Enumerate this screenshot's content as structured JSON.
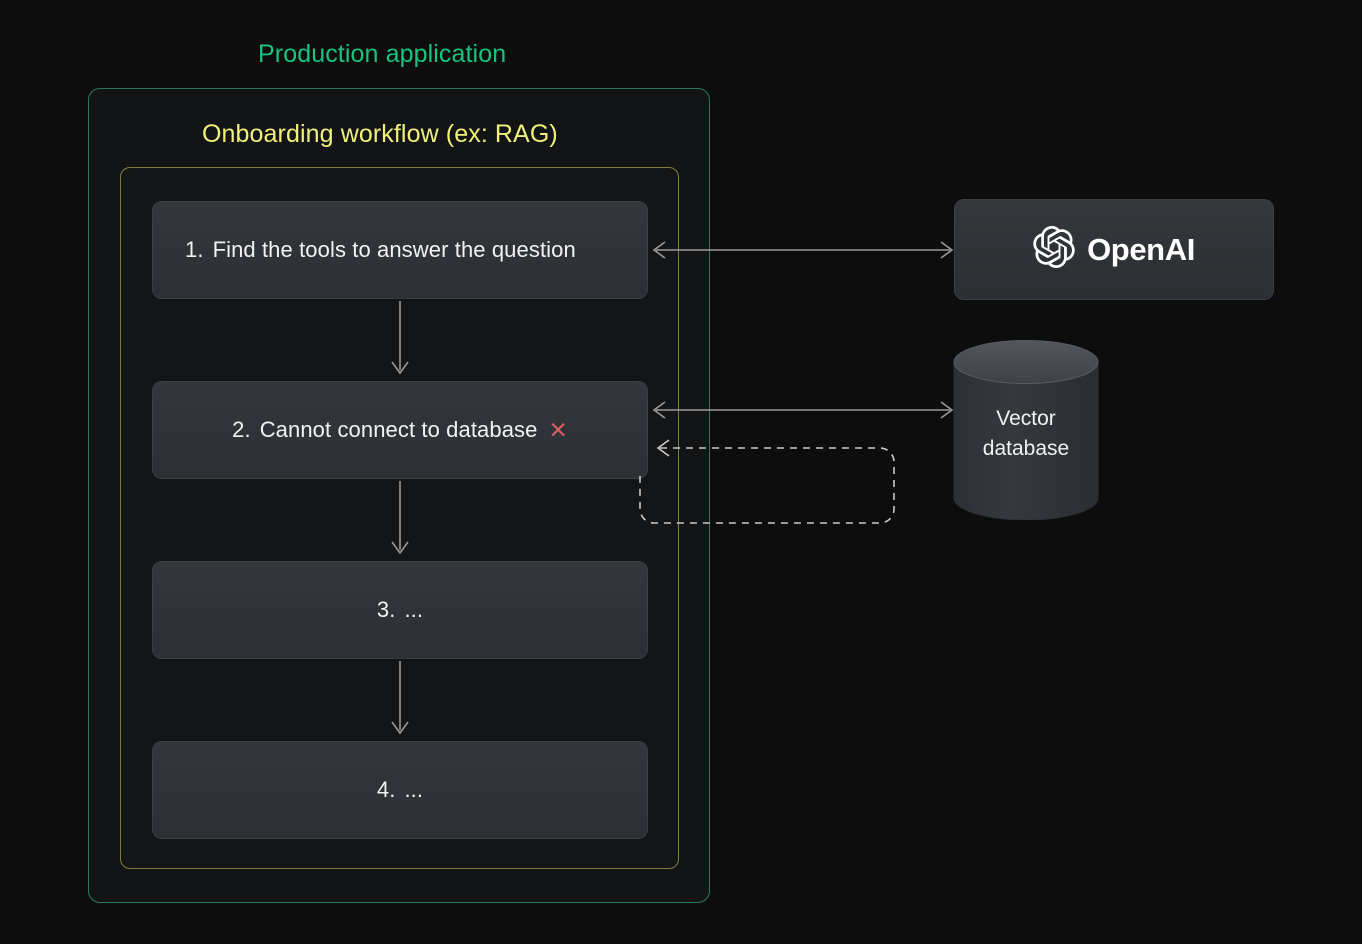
{
  "page": {
    "background": "#0d0d0e",
    "accent_green": "#18c47c",
    "accent_yellow": "#f0f07a",
    "error_red": "#d05f63",
    "connector_gray": "#9a9a9a"
  },
  "outer_container": {
    "title": "Production application",
    "border_color": "#2a7a5a"
  },
  "inner_container": {
    "title": "Onboarding workflow (ex: RAG)",
    "border_color": "#827c3c"
  },
  "steps": [
    {
      "number": "1.",
      "label": "Find the tools to answer the question",
      "status": ""
    },
    {
      "number": "2.",
      "label": "Cannot connect to database",
      "status": "✕"
    },
    {
      "number": "3.",
      "label": "...",
      "status": ""
    },
    {
      "number": "4.",
      "label": "...",
      "status": ""
    }
  ],
  "nodes": {
    "openai": {
      "label": "OpenAI",
      "icon": "openai-logo-icon"
    },
    "vector_database": {
      "line1": "Vector",
      "line2": "database",
      "icon": "database-cylinder-icon"
    }
  },
  "connectors": {
    "step1_to_step2": "arrow-down",
    "step2_to_step3": "arrow-down",
    "step3_to_step4": "arrow-down",
    "step1_to_openai": "bidirectional-arrow",
    "step2_to_vector_database": "bidirectional-arrow",
    "retry_loop": "dashed-feedback-loop"
  }
}
